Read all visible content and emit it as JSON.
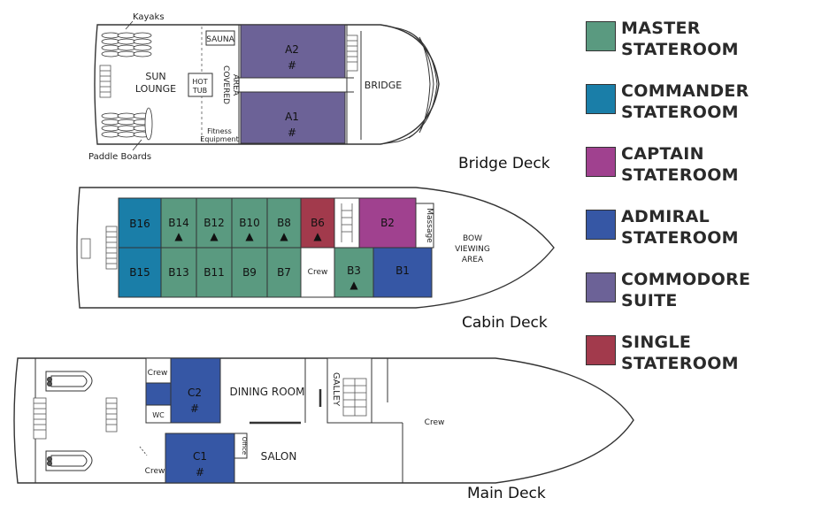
{
  "colors": {
    "master": "#5a9a80",
    "commander": "#1a7ea8",
    "captain": "#a0418f",
    "admiral": "#3657a5",
    "commodore": "#6c6297",
    "single": "#a23a4c",
    "outline": "#333333"
  },
  "legend": [
    {
      "line1": "MASTER",
      "line2": "STATEROOM",
      "color_key": "master"
    },
    {
      "line1": "COMMANDER",
      "line2": "STATEROOM",
      "color_key": "commander"
    },
    {
      "line1": "CAPTAIN",
      "line2": "STATEROOM",
      "color_key": "captain"
    },
    {
      "line1": "ADMIRAL",
      "line2": "STATEROOM",
      "color_key": "admiral"
    },
    {
      "line1": "COMMODORE",
      "line2": "SUITE",
      "color_key": "commodore"
    },
    {
      "line1": "SINGLE",
      "line2": "STATEROOM",
      "color_key": "single"
    }
  ],
  "bridge_deck": {
    "name": "Bridge Deck",
    "kayaks": "Kayaks",
    "sauna": "SAUNA",
    "sun_lounge_1": "SUN",
    "sun_lounge_2": "LOUNGE",
    "hot_tub_1": "HOT",
    "hot_tub_2": "TUB",
    "covered_area_1": "COVERED",
    "covered_area_2": "AREA",
    "fitness_1": "Fitness",
    "fitness_2": "Equipment",
    "paddle_boards": "Paddle Boards",
    "bridge": "BRIDGE",
    "a2": "A2",
    "a1": "A1",
    "hash": "#"
  },
  "cabin_deck": {
    "name": "Cabin Deck",
    "b16": "B16",
    "b14": "B14",
    "b12": "B12",
    "b10": "B10",
    "b8": "B8",
    "b6": "B6",
    "b2": "B2",
    "b15": "B15",
    "b13": "B13",
    "b11": "B11",
    "b9": "B9",
    "b7": "B7",
    "b3": "B3",
    "b1": "B1",
    "crew": "Crew",
    "massage": "Massage",
    "bow_1": "BOW",
    "bow_2": "VIEWING",
    "bow_3": "AREA",
    "triangle": "▲"
  },
  "main_deck": {
    "name": "Main Deck",
    "crew_top": "Crew",
    "c2": "C2",
    "c1": "C1",
    "hash": "#",
    "wc": "WC",
    "dining_room": "DINING ROOM",
    "galley": "GALLEY",
    "crew_bow": "Crew",
    "office": "Office",
    "salon": "SALON",
    "crew_bottom": "Crew"
  }
}
